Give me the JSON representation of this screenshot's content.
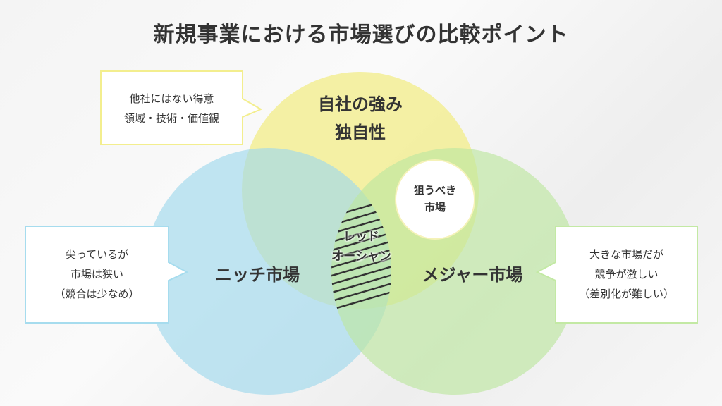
{
  "title": "新規事業における市場選びの比較ポイント",
  "circles": {
    "strength": {
      "line1": "自社の強み",
      "line2": "独自性",
      "color": "#f3ee8e"
    },
    "niche": {
      "label": "ニッチ市場",
      "color": "#a6dcee"
    },
    "major": {
      "label": "メジャー市場",
      "color": "#c3e9a4"
    }
  },
  "target": {
    "line1": "狙うべき",
    "line2": "市場"
  },
  "red_ocean": {
    "line1": "レッド",
    "line2": "オーシャン"
  },
  "callouts": {
    "strength": {
      "line1": "他社にはない得意",
      "line2": "領域・技術・価値観",
      "border": "#f3ee8e"
    },
    "niche": {
      "line1": "尖っているが",
      "line2": "市場は狭い",
      "line3": "（競合は少なめ）",
      "border": "#a6dcee"
    },
    "major": {
      "line1": "大きな市場だが",
      "line2": "競争が激しい",
      "line3": "（差別化が難しい）",
      "border": "#c3e9a4"
    }
  }
}
